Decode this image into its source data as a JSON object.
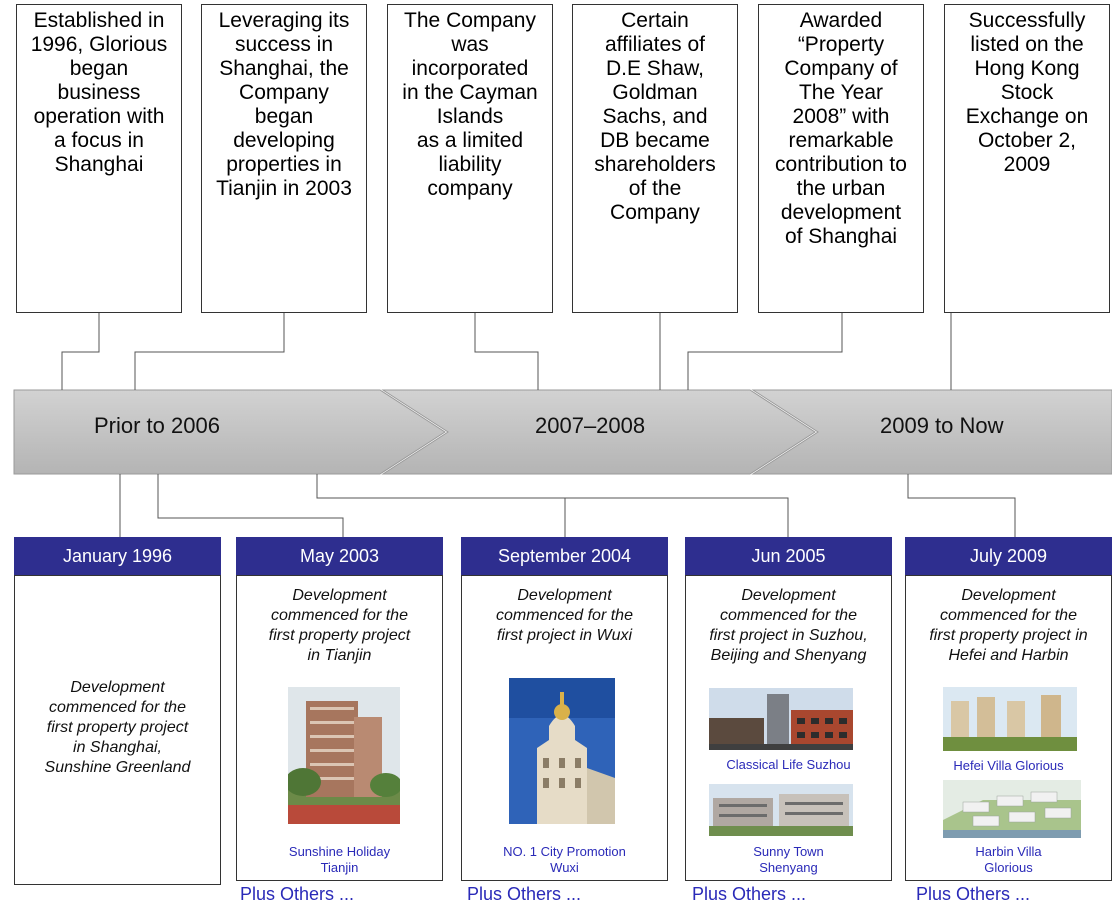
{
  "milestones": [
    {
      "text": "Established in\n1996, Glorious\nbegan\nbusiness\noperation with\na focus in\nShanghai"
    },
    {
      "text": "Leveraging its\nsuccess in\nShanghai, the\nCompany\nbegan\ndeveloping\nproperties in\nTianjin in 2003"
    },
    {
      "text": "The Company\nwas\nincorporated\nin the Cayman\nIslands\nas a limited\nliability\ncompany"
    },
    {
      "text": "Certain\naffiliates of\nD.E Shaw,\nGoldman\nSachs, and\nDB became\nshareholders\nof the\nCompany"
    },
    {
      "text": "Awarded\n“Property\nCompany of\nThe Year\n2008” with\nremarkable\ncontribution to\nthe urban\ndevelopment\nof Shanghai"
    },
    {
      "text": "Successfully\nlisted on the\nHong Kong\nStock\nExchange on\nOctober 2,\n2009"
    }
  ],
  "phases": [
    {
      "label": "Prior to 2006"
    },
    {
      "label": "2007–2008"
    },
    {
      "label": "2009 to Now"
    }
  ],
  "projects": [
    {
      "date": "January 1996",
      "description": "Development\ncommenced for the\nfirst property project\nin Shanghai,\nSunshine Greenland",
      "captions": [],
      "more": ""
    },
    {
      "date": "May 2003",
      "description": "Development\ncommenced for the\nfirst property project\nin Tianjin",
      "captions": [
        "Sunshine Holiday\nTianjin"
      ],
      "more": "Plus Others ..."
    },
    {
      "date": "September 2004",
      "description": "Development\ncommenced for the\nfirst project in Wuxi",
      "captions": [
        "NO. 1 City Promotion\nWuxi"
      ],
      "more": "Plus Others ..."
    },
    {
      "date": "Jun 2005",
      "description": "Development\ncommenced for the\nfirst project in Suzhou,\nBeijing and Shenyang",
      "captions": [
        "Classical Life Suzhou",
        "Sunny Town\nShenyang"
      ],
      "more": "Plus Others ..."
    },
    {
      "date": "July 2009",
      "description": "Development\ncommenced for the\nfirst property project in\nHefei and Harbin",
      "captions": [
        "Hefei Villa Glorious",
        "Harbin Villa\nGlorious"
      ],
      "more": "Plus Others ..."
    }
  ],
  "colors": {
    "header": "#2e2e8f",
    "caption": "#2a2ab8",
    "arrow": "#c0c0c0"
  }
}
